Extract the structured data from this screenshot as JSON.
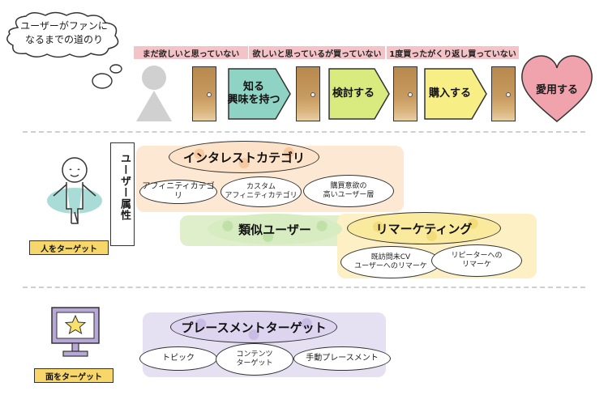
{
  "thought_bubble": {
    "line1": "ユーザーがファンに",
    "line2": "なるまでの道のり"
  },
  "stages": [
    {
      "label": "まだ欲しいと思っていない"
    },
    {
      "label": "欲しいと思っているが買っていない"
    },
    {
      "label": "1度買ったがくり返し買っていない"
    }
  ],
  "steps": {
    "know": "知る\n興味を持つ",
    "consider": "検討する",
    "purchase": "購入する",
    "love": "愛用する"
  },
  "user_attr_vertical": "ユーザー属性",
  "targeting_people": {
    "interest_category": "インタレストカテゴリ",
    "affinity": "アフィニティカテゴリ",
    "custom_affinity": "カスタム\nアフィニティカテゴリ",
    "in_market": "購買意欲の\n高いユーザー層",
    "similar_users": "類似ユーザー",
    "remarketing": "リマーケティング",
    "site_visitors": "既訪問未CV\nユーザーへのリマーケ",
    "repeaters": "リピーターへの\nリマーケ",
    "label": "人をターゲット"
  },
  "targeting_surface": {
    "placement": "プレースメントターゲット",
    "topic": "トピック",
    "content": "コンテンツ\nターゲット",
    "manual": "手動プレースメント",
    "label": "面をターゲット"
  },
  "colors": {
    "stage_pink": "#f3c3c7",
    "step_teal": "#8fd3c5",
    "step_lime": "#d9ea7e",
    "step_yellow": "#f7ee86",
    "heart_pink": "#f1a3ad",
    "band_orange": "#fde9d3",
    "band_green": "#dfeecb",
    "band_yellow": "#fdf0c4",
    "band_purple": "#e6e1f2",
    "label_yellow": "#f7d76a"
  }
}
